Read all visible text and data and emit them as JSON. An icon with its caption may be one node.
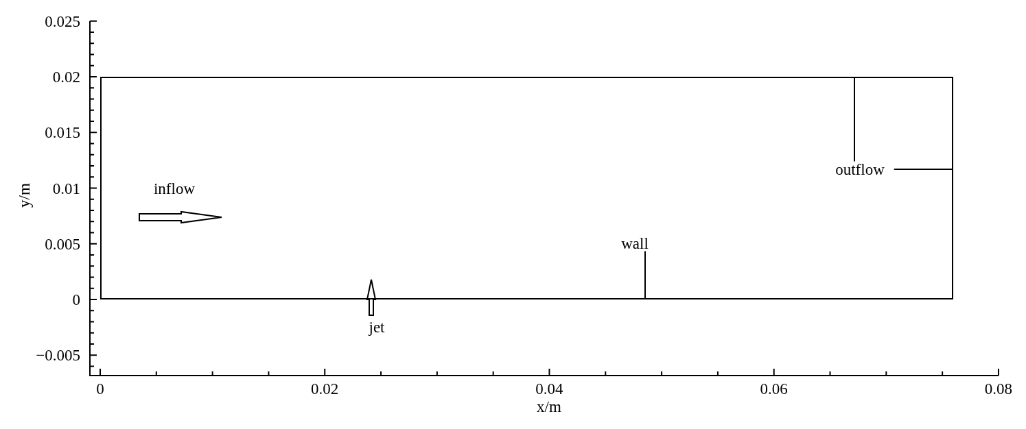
{
  "diagram": {
    "nodes": [
      {
        "text": [],
        "shape": "box"
      },
      {
        "text": [
          "outflow"
        ],
        "in": 0
      },
      {
        "text": [
          "inflow"
        ],
        "in": 0
      },
      {
        "text": [
          "wall"
        ],
        "in": 0
      },
      {
        "text": [
          "jet"
        ]
      }
    ],
    "edges": [
      {
        "from": 1,
        "to": 0,
        "arrow": "none"
      },
      {
        "from": 1,
        "to": 0,
        "arrow": "none"
      },
      {
        "from": 3,
        "to": 0,
        "arrow": "none"
      }
    ],
    "labels": [
      "0.025",
      "0.02",
      "0.015",
      "0.01",
      "0.005",
      "0",
      "−0.005",
      "y/m",
      "0",
      "0.02",
      "0.04",
      "0.06",
      "0.08",
      "x/m"
    ]
  }
}
